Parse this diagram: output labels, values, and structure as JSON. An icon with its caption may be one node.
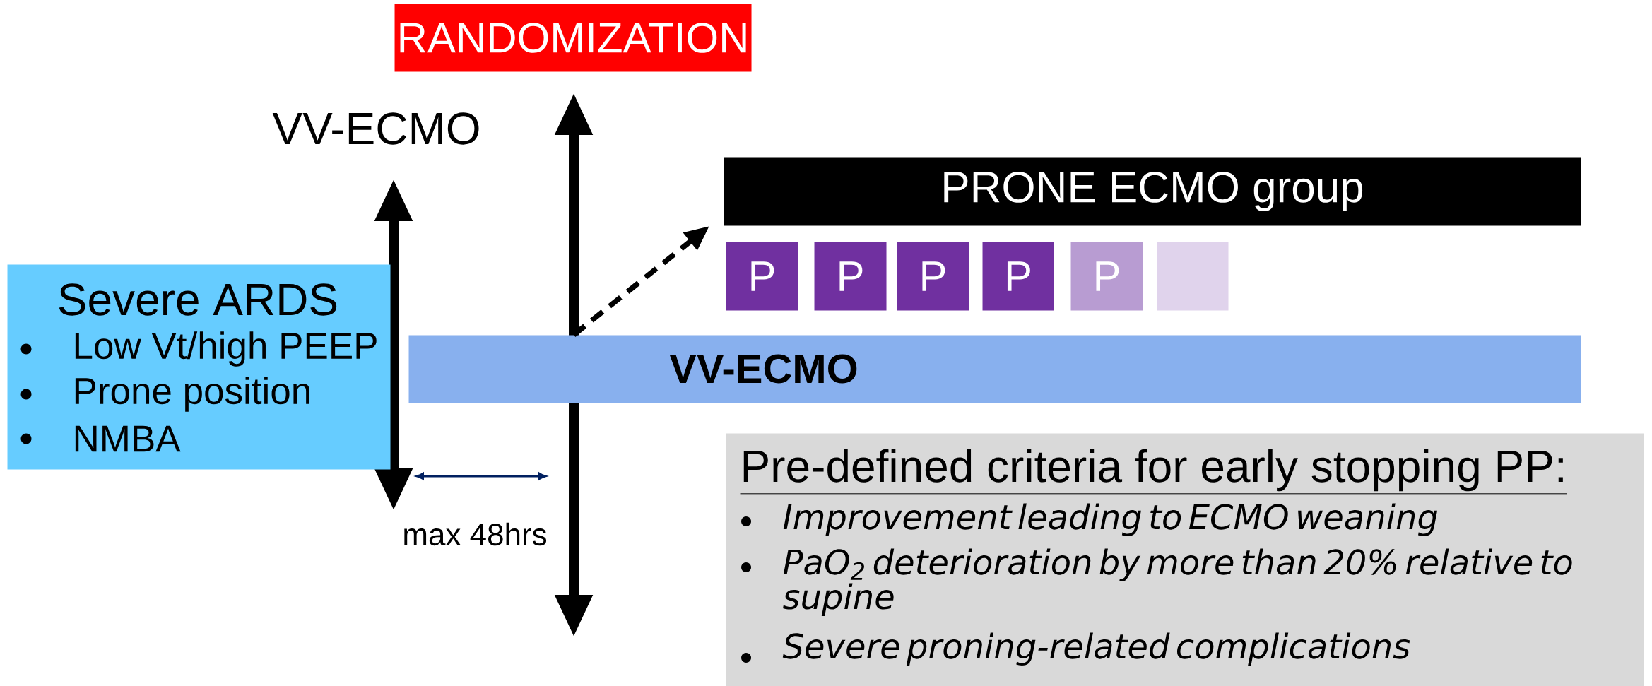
{
  "diagram": {
    "nodes": [
      {
        "text": [
          "RANDOMIZATION"
        ]
      },
      {
        "text": [
          "Severe ARDS",
          "Low Vt/high PEEP",
          "Prone position",
          "NMBA"
        ]
      },
      {
        "text": [
          "PRONE ECMO group"
        ]
      },
      {
        "text": [
          "P"
        ]
      },
      {
        "text": [
          "P"
        ]
      },
      {
        "text": [
          "P"
        ]
      },
      {
        "text": [
          "P"
        ]
      },
      {
        "text": [
          "P"
        ]
      },
      {
        "text": [],
        "shape": "box"
      },
      {
        "text": [
          "VV-ECMO"
        ]
      },
      {
        "text": [
          "Pre-defined criteria for early stopping PP:",
          "Improvement leading to ECMO weaning",
          "PaO$_{2}$ deterioration by more than 20% relative to supine",
          "Severe proning-related complications"
        ]
      }
    ],
    "edges": [
      {
        "from": 9,
        "to": 2,
        "arrow": "to",
        "style": "dashed"
      }
    ],
    "labels": [
      "VV-ECMO",
      "max 48hrs"
    ]
  }
}
